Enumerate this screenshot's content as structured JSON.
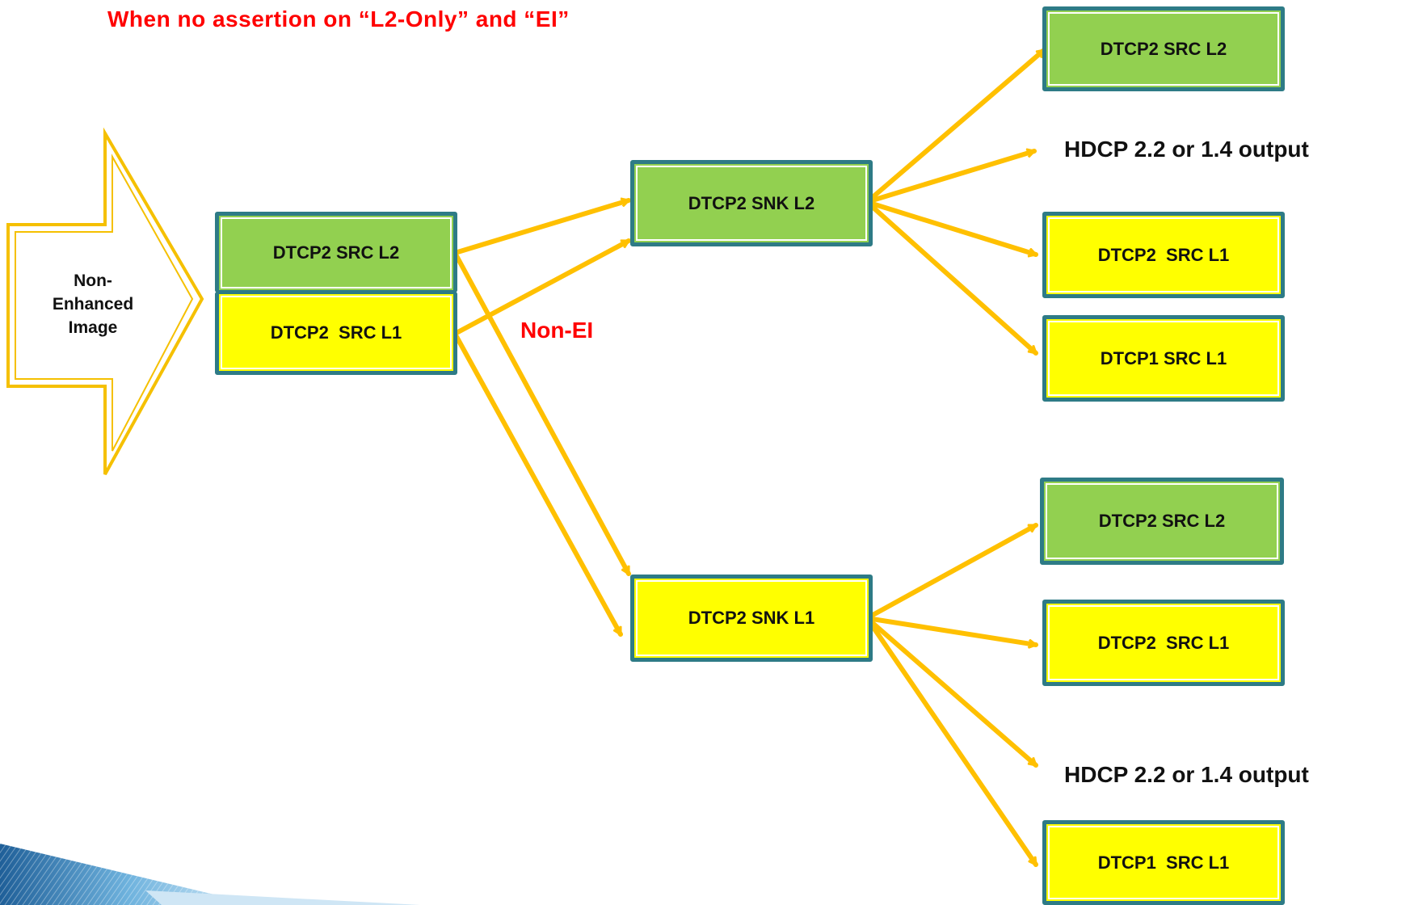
{
  "title": "When no assertion on “L2-Only” and “EI”",
  "input_arrow": {
    "label": "Non-\nEnhanced\nImage"
  },
  "source": {
    "top": "DTCP2 SRC L2",
    "bottom": "DTCP2  SRC L1"
  },
  "branch_label": "Non-EI",
  "sinks": {
    "l2": "DTCP2 SNK L2",
    "l1": "DTCP2 SNK L1"
  },
  "outputs_l2": {
    "src_l2": "DTCP2 SRC L2",
    "hdcp": "HDCP 2.2 or 1.4 output",
    "dtcp2_src_l1": "DTCP2  SRC L1",
    "dtcp1_src_l1": "DTCP1 SRC L1"
  },
  "outputs_l1": {
    "src_l2": "DTCP2 SRC L2",
    "dtcp2_src_l1": "DTCP2  SRC L1",
    "hdcp": "HDCP 2.2 or 1.4 output",
    "dtcp1_src_l1": "DTCP1  SRC L1"
  },
  "colors": {
    "green_fill": "#92d050",
    "yellow_fill": "#ffff00",
    "box_border": "#2e7b86",
    "arrow": "#ffc000",
    "title": "#ff0000"
  }
}
